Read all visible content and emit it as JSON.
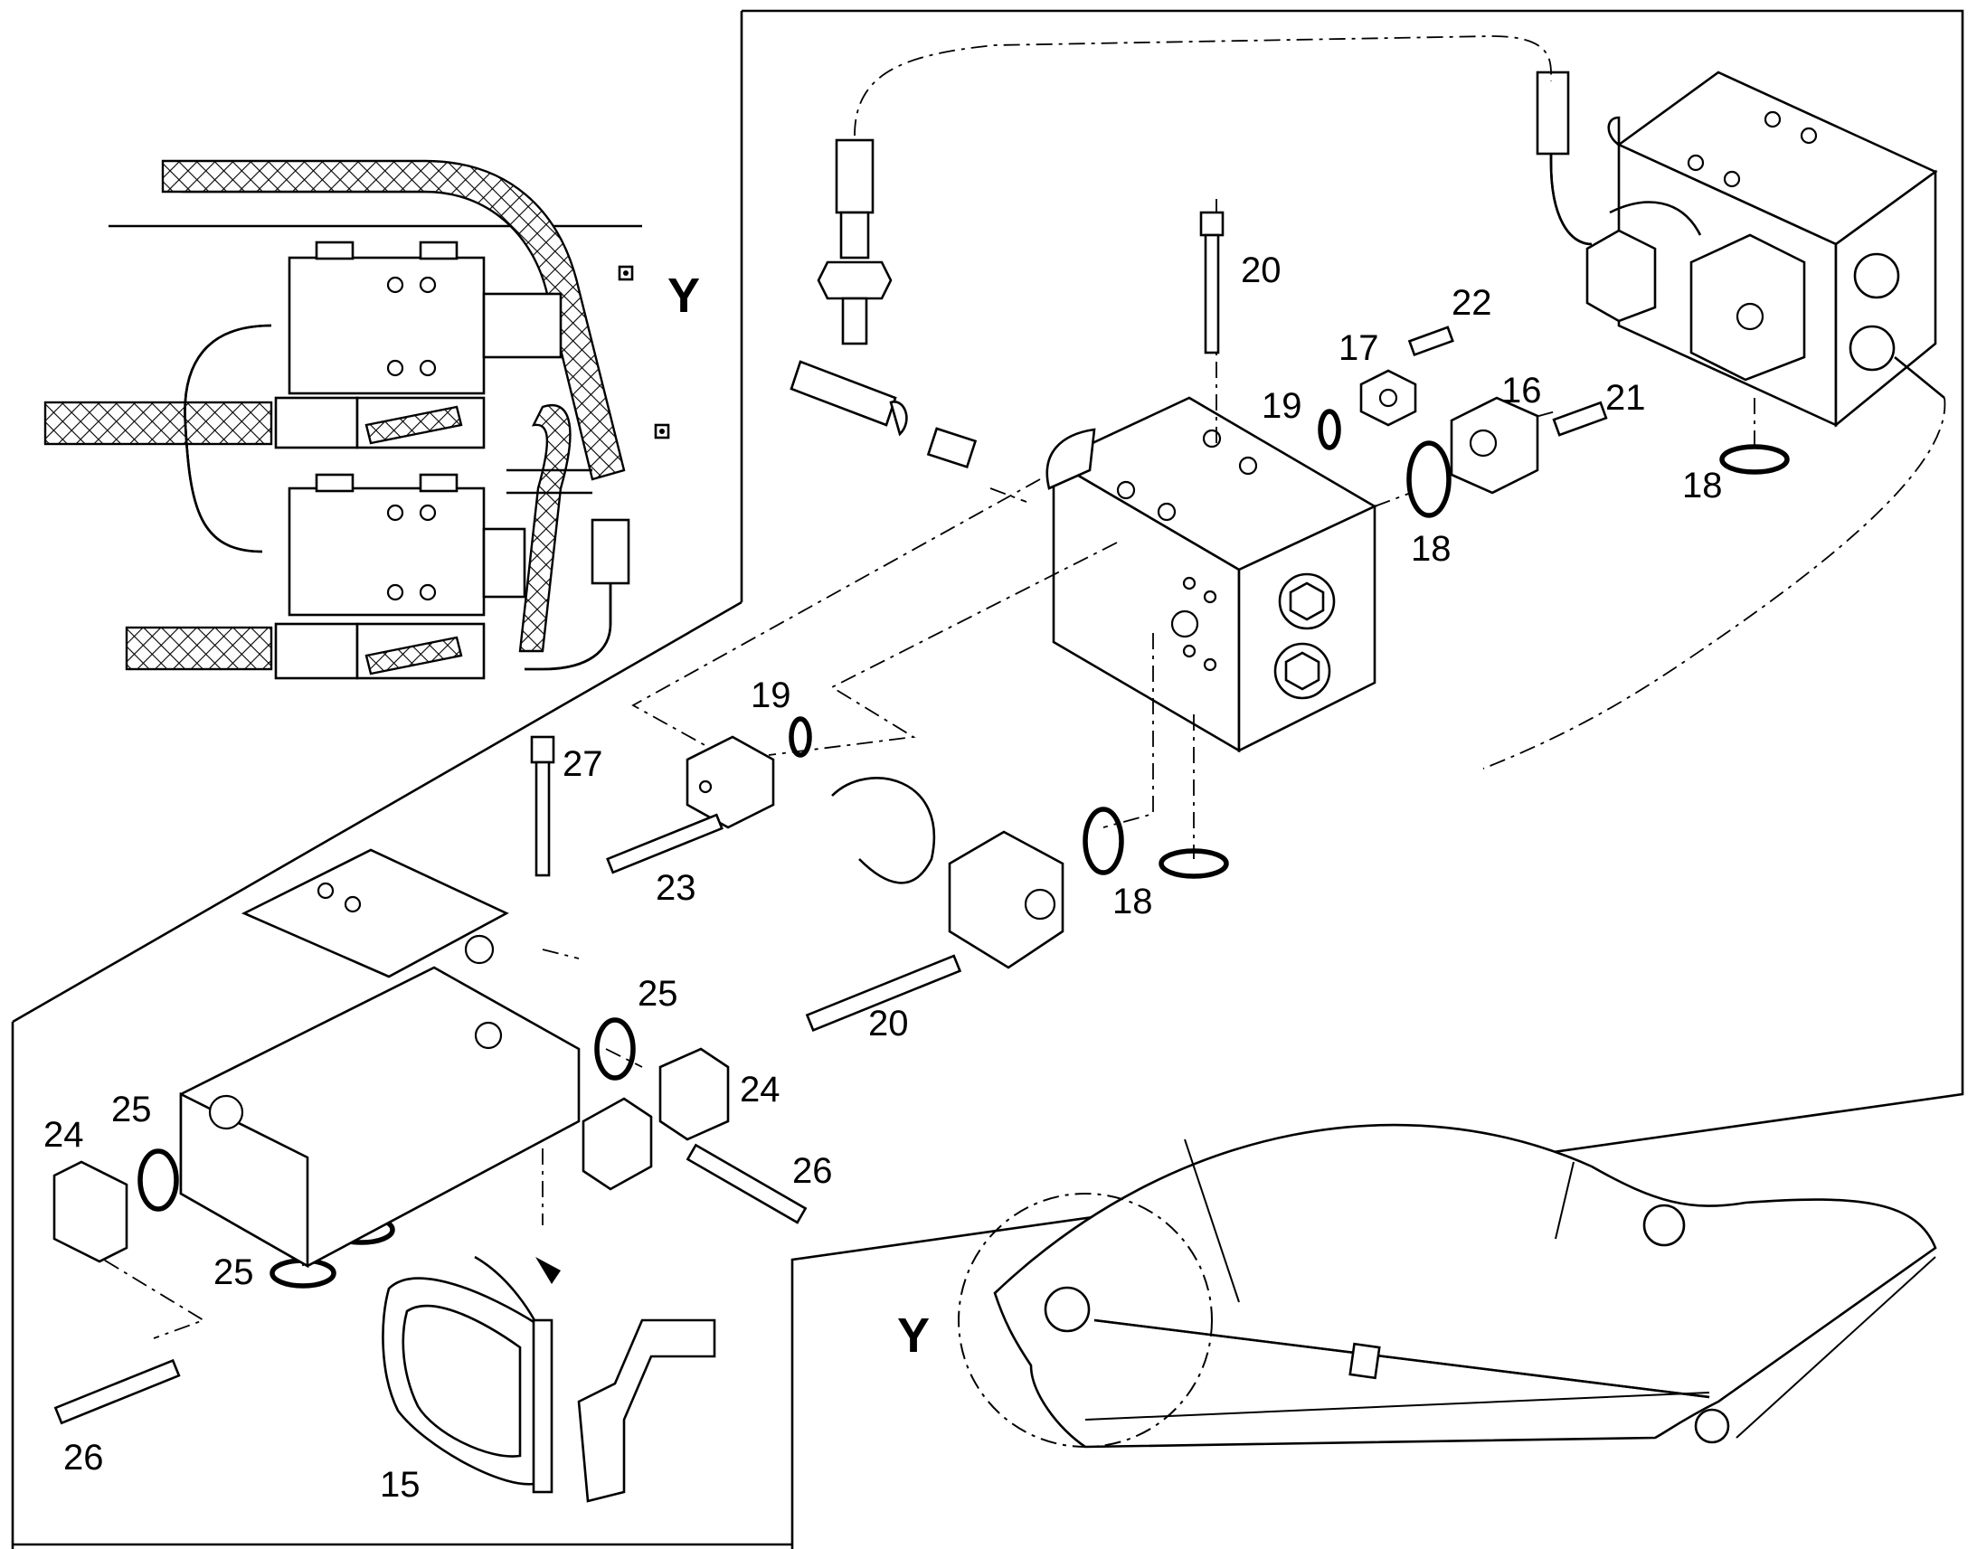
{
  "view_label": "Y",
  "callouts": [
    {
      "key": "15",
      "text": "15"
    },
    {
      "key": "16",
      "text": "16"
    },
    {
      "key": "17",
      "text": "17"
    },
    {
      "key": "18a",
      "text": "18"
    },
    {
      "key": "18b",
      "text": "18"
    },
    {
      "key": "18c",
      "text": "18"
    },
    {
      "key": "19a",
      "text": "19"
    },
    {
      "key": "19b",
      "text": "19"
    },
    {
      "key": "20a",
      "text": "20"
    },
    {
      "key": "20b",
      "text": "20"
    },
    {
      "key": "21",
      "text": "21"
    },
    {
      "key": "22",
      "text": "22"
    },
    {
      "key": "23",
      "text": "23"
    },
    {
      "key": "24a",
      "text": "24"
    },
    {
      "key": "24b",
      "text": "24"
    },
    {
      "key": "25a",
      "text": "25"
    },
    {
      "key": "25b",
      "text": "25"
    },
    {
      "key": "25c",
      "text": "25"
    },
    {
      "key": "26a",
      "text": "26"
    },
    {
      "key": "26b",
      "text": "26"
    },
    {
      "key": "27",
      "text": "27"
    }
  ]
}
